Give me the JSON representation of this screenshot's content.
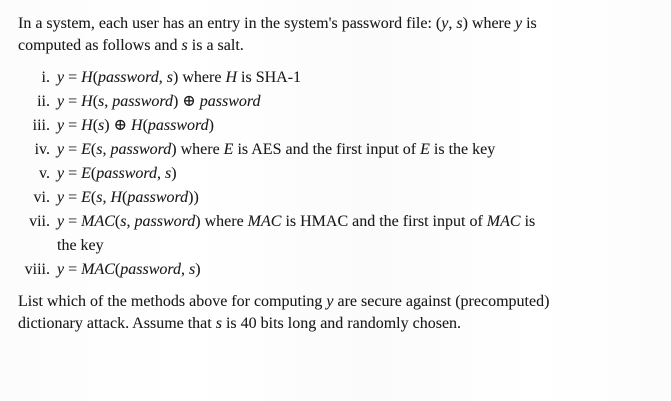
{
  "document": {
    "intro": {
      "lines": [
        "In a system, each user has an entry in the system's password file: (*y*, *s*) where *y* is",
        "computed as follows and *s* is a salt."
      ]
    },
    "methods": [
      {
        "numeral": "i.",
        "formula": "*y* = *H*(*password*, *s*) where *H* is SHA-1"
      },
      {
        "numeral": "ii.",
        "formula": "*y* = *H*(*s*, *password*) ⊕ *password*"
      },
      {
        "numeral": "iii.",
        "formula": "*y* = *H*(*s*) ⊕ *H*(*password*)"
      },
      {
        "numeral": "iv.",
        "formula": "*y* = *E*(*s*, *password*) where *E* is AES and the first input of *E* is the key"
      },
      {
        "numeral": "v.",
        "formula": "*y* = *E*(*password*, *s*)"
      },
      {
        "numeral": "vi.",
        "formula": "*y* = *E*(*s*, *H*(*password*))"
      },
      {
        "numeral": "vii.",
        "formula": "*y* = *MAC*(*s*, *password*) where *MAC* is HMAC and the first input of *MAC* is",
        "continuation": "the key"
      },
      {
        "numeral": "viii.",
        "formula": "*y* = *MAC*(*password*, *s*)"
      }
    ],
    "question": {
      "lines": [
        "List which of the methods above for computing *y* are secure against (precomputed)",
        "dictionary attack. Assume that *s* is 40 bits long and randomly chosen."
      ]
    }
  },
  "colors": {
    "text": "#1c1c1c",
    "background": "#fcfcfc"
  }
}
